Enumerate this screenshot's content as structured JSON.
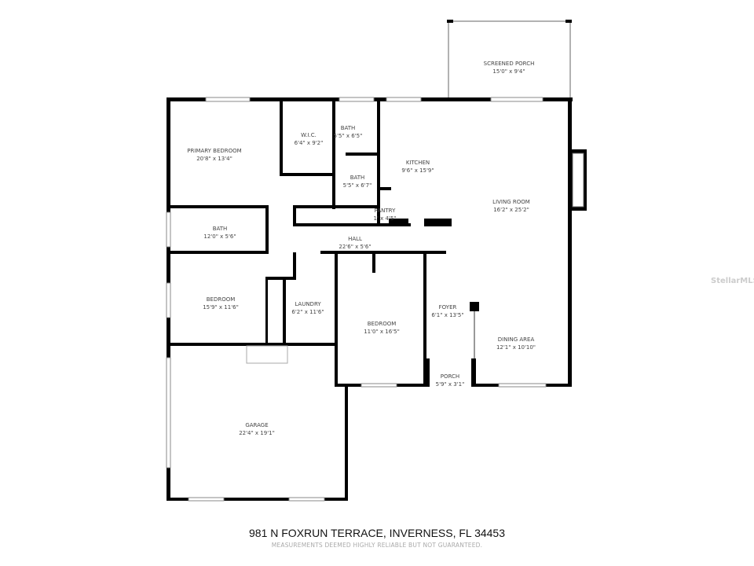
{
  "rooms": {
    "screened_porch": {
      "name": "SCREENED PORCH",
      "size": "15'0\" x 9'4\""
    },
    "primary_bedroom": {
      "name": "PRIMARY BEDROOM",
      "size": "20'8\" x 13'4\""
    },
    "wic": {
      "name": "W.I.C.",
      "size": "6'4\" x 9'2\""
    },
    "bath1": {
      "name": "BATH",
      "size": "5'5\" x 6'5\""
    },
    "bath2": {
      "name": "BATH",
      "size": "5'5\" x 6'7\""
    },
    "kitchen": {
      "name": "KITCHEN",
      "size": "9'6\" x 15'9\""
    },
    "pantry": {
      "name": "PANTRY",
      "size": "1' x 4'5\""
    },
    "living_room": {
      "name": "LIVING ROOM",
      "size": "16'2\" x 25'2\""
    },
    "bath3": {
      "name": "BATH",
      "size": "12'0\" x 5'6\""
    },
    "hall": {
      "name": "HALL",
      "size": "22'6\" x 5'6\""
    },
    "bedroom1": {
      "name": "BEDROOM",
      "size": "15'9\" x 11'6\""
    },
    "laundry": {
      "name": "LAUNDRY",
      "size": "6'2\" x 11'6\""
    },
    "bedroom2": {
      "name": "BEDROOM",
      "size": "11'0\" x 16'5\""
    },
    "foyer": {
      "name": "FOYER",
      "size": "6'1\" x 13'5\""
    },
    "dining": {
      "name": "DINING AREA",
      "size": "12'1\" x 10'10\""
    },
    "porch": {
      "name": "PORCH",
      "size": "5'9\" x 3'1\""
    },
    "garage": {
      "name": "GARAGE",
      "size": "22'4\" x 19'1\""
    }
  },
  "footer": {
    "address": "981 N FOXRUN TERRACE, INVERNESS, FL 34453",
    "disclaimer": "MEASUREMENTS DEEMED HIGHLY RELIABLE BUT NOT GUARANTEED."
  },
  "watermark": "StellarMLS"
}
